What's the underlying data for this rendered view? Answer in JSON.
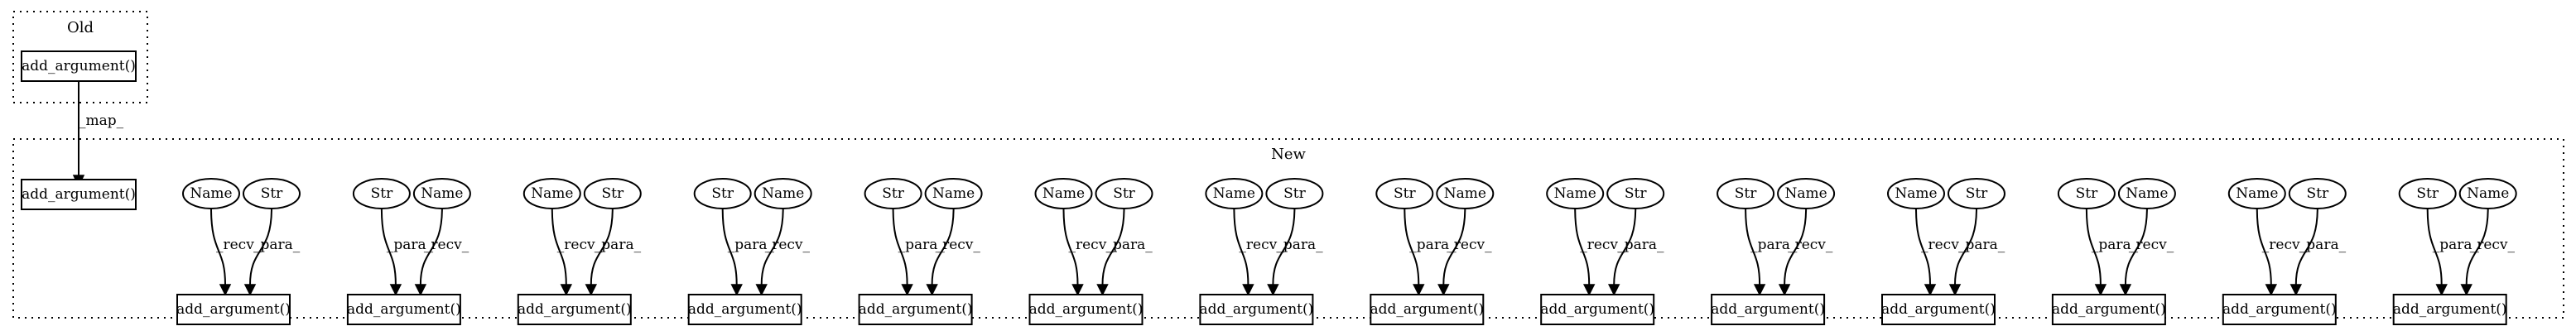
{
  "clusters": {
    "old": {
      "label": "Old"
    },
    "new": {
      "label": "New"
    }
  },
  "old_node": {
    "label": "add_argument()"
  },
  "mapped_node": {
    "label": "add_argument()"
  },
  "map_edge": {
    "label": "_map_"
  },
  "groups": [
    {
      "left": {
        "label": "Name",
        "edge": "_recv_"
      },
      "right": {
        "label": "Str",
        "edge": "_para_"
      },
      "target": "add_argument()"
    },
    {
      "left": {
        "label": "Str",
        "edge": "_para_"
      },
      "right": {
        "label": "Name",
        "edge": "_recv_"
      },
      "target": "add_argument()"
    },
    {
      "left": {
        "label": "Name",
        "edge": "_recv_"
      },
      "right": {
        "label": "Str",
        "edge": "_para_"
      },
      "target": "add_argument()"
    },
    {
      "left": {
        "label": "Str",
        "edge": "_para_"
      },
      "right": {
        "label": "Name",
        "edge": "_recv_"
      },
      "target": "add_argument()"
    },
    {
      "left": {
        "label": "Str",
        "edge": "_para_"
      },
      "right": {
        "label": "Name",
        "edge": "_recv_"
      },
      "target": "add_argument()"
    },
    {
      "left": {
        "label": "Name",
        "edge": "_recv_"
      },
      "right": {
        "label": "Str",
        "edge": "_para_"
      },
      "target": "add_argument()"
    },
    {
      "left": {
        "label": "Name",
        "edge": "_recv_"
      },
      "right": {
        "label": "Str",
        "edge": "_para_"
      },
      "target": "add_argument()"
    },
    {
      "left": {
        "label": "Str",
        "edge": "_para_"
      },
      "right": {
        "label": "Name",
        "edge": "_recv_"
      },
      "target": "add_argument()"
    },
    {
      "left": {
        "label": "Name",
        "edge": "_recv_"
      },
      "right": {
        "label": "Str",
        "edge": "_para_"
      },
      "target": "add_argument()"
    },
    {
      "left": {
        "label": "Str",
        "edge": "_para_"
      },
      "right": {
        "label": "Name",
        "edge": "_recv_"
      },
      "target": "add_argument()"
    },
    {
      "left": {
        "label": "Name",
        "edge": "_recv_"
      },
      "right": {
        "label": "Str",
        "edge": "_para_"
      },
      "target": "add_argument()"
    },
    {
      "left": {
        "label": "Str",
        "edge": "_para_"
      },
      "right": {
        "label": "Name",
        "edge": "_recv_"
      },
      "target": "add_argument()"
    },
    {
      "left": {
        "label": "Name",
        "edge": "_recv_"
      },
      "right": {
        "label": "Str",
        "edge": "_para_"
      },
      "target": "add_argument()"
    },
    {
      "left": {
        "label": "Str",
        "edge": "_para_"
      },
      "right": {
        "label": "Name",
        "edge": "_recv_"
      },
      "target": "add_argument()"
    }
  ]
}
